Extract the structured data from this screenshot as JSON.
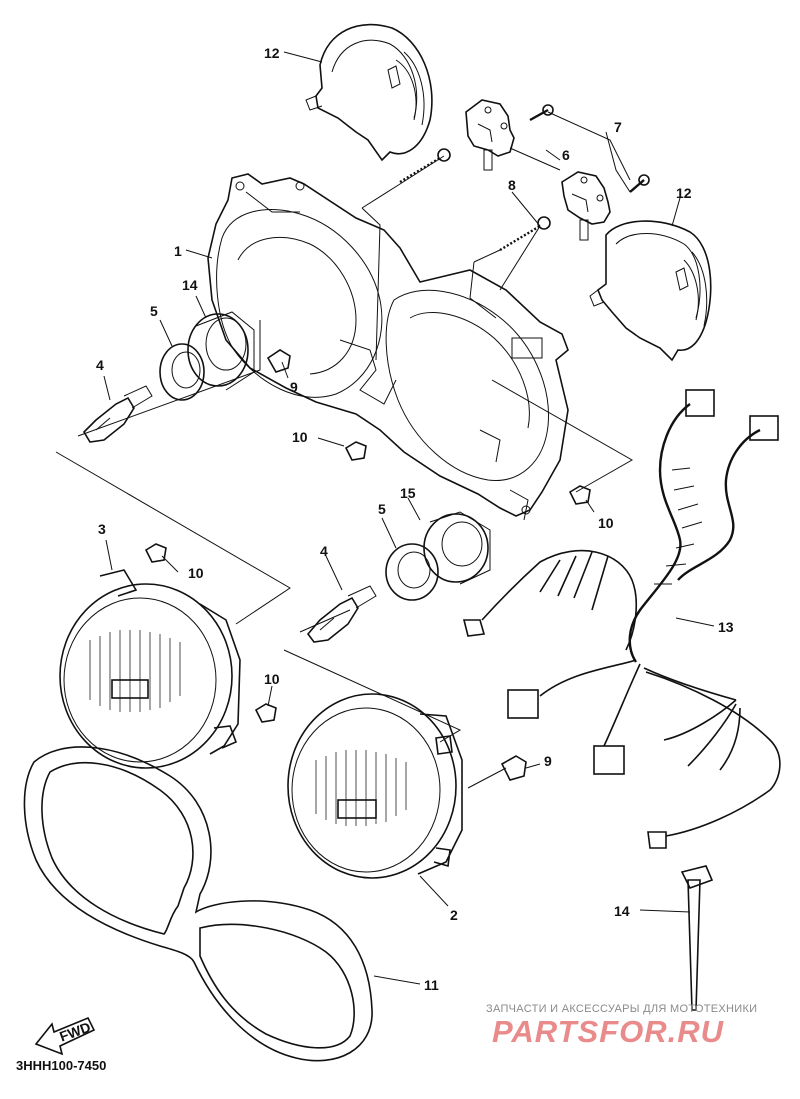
{
  "diagram": {
    "code": "3HHH100-7450",
    "fwd_label": "FWD",
    "parts": [
      {
        "id": "part-1",
        "label": "1"
      },
      {
        "id": "part-2",
        "label": "2"
      },
      {
        "id": "part-3",
        "label": "3"
      },
      {
        "id": "part-4a",
        "label": "4"
      },
      {
        "id": "part-4b",
        "label": "4"
      },
      {
        "id": "part-5a",
        "label": "5"
      },
      {
        "id": "part-5b",
        "label": "5"
      },
      {
        "id": "part-6",
        "label": "6"
      },
      {
        "id": "part-7",
        "label": "7"
      },
      {
        "id": "part-8",
        "label": "8"
      },
      {
        "id": "part-9a",
        "label": "9"
      },
      {
        "id": "part-9b",
        "label": "9"
      },
      {
        "id": "part-10a",
        "label": "10"
      },
      {
        "id": "part-10b",
        "label": "10"
      },
      {
        "id": "part-10c",
        "label": "10"
      },
      {
        "id": "part-10d",
        "label": "10"
      },
      {
        "id": "part-11",
        "label": "11"
      },
      {
        "id": "part-12a",
        "label": "12"
      },
      {
        "id": "part-12b",
        "label": "12"
      },
      {
        "id": "part-13",
        "label": "13"
      },
      {
        "id": "part-14a",
        "label": "14"
      },
      {
        "id": "part-14b",
        "label": "14"
      },
      {
        "id": "part-15",
        "label": "15"
      }
    ]
  },
  "watermark": {
    "tagline": "ЗАПЧАСТИ И АКСЕССУАРЫ ДЛЯ МОТОТЕХНИКИ",
    "logo": "PARTSFOR.RU"
  }
}
